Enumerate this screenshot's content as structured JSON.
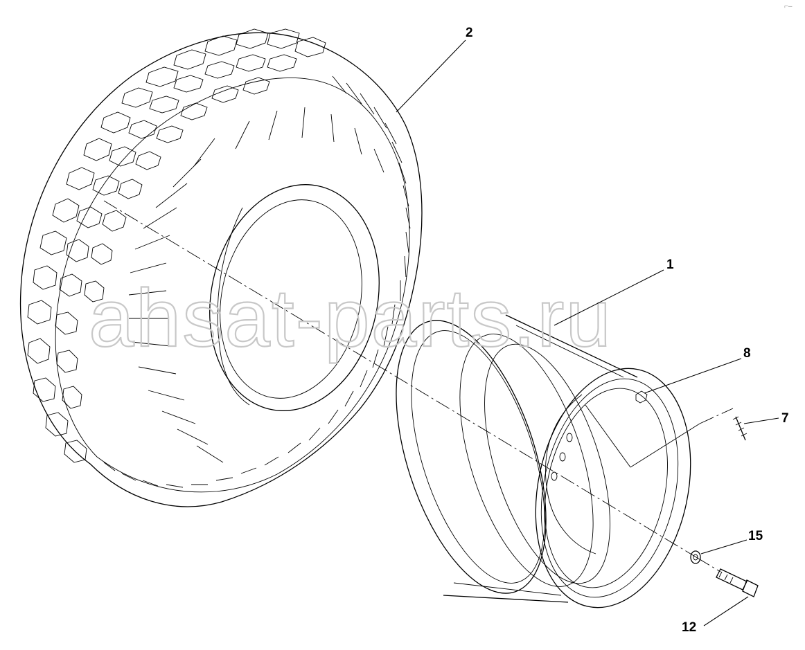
{
  "watermark": "ahsat-parts.ru",
  "corner_mark": "⌐‒",
  "parts": [
    {
      "number": "2",
      "name": "tire"
    },
    {
      "number": "1",
      "name": "wheel-rim"
    },
    {
      "number": "8",
      "name": "valve"
    },
    {
      "number": "7",
      "name": "valve-stem"
    },
    {
      "number": "15",
      "name": "washer"
    },
    {
      "number": "12",
      "name": "wheel-bolt"
    }
  ]
}
